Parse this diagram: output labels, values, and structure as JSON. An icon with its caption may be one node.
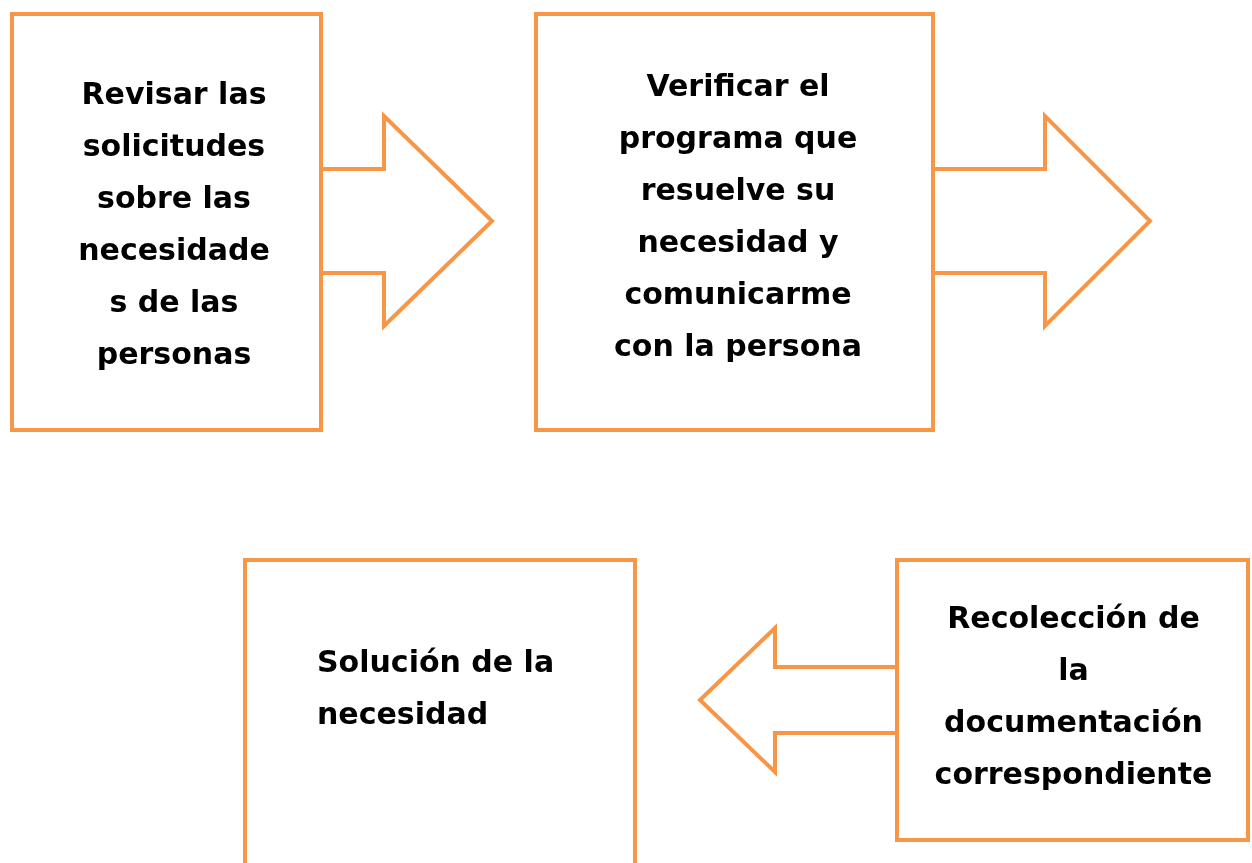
{
  "diagram": {
    "nodes": [
      {
        "text": [
          "Revisar las solicitudes sobre las necesidades de las personas"
        ]
      },
      {
        "text": [
          "Verificar el programa que resuelve su necesidad y comunicarme con la persona"
        ]
      },
      {
        "text": [
          "Solución de la necesidad"
        ]
      },
      {
        "text": [
          "Recolección de la documentación correspondiente"
        ]
      }
    ],
    "edges": [
      {
        "from": 0,
        "to": 1,
        "arrow": "to"
      },
      {
        "from": 1,
        "to": null,
        "arrow": "to"
      },
      {
        "from": 3,
        "to": 2,
        "arrow": "to"
      }
    ]
  }
}
